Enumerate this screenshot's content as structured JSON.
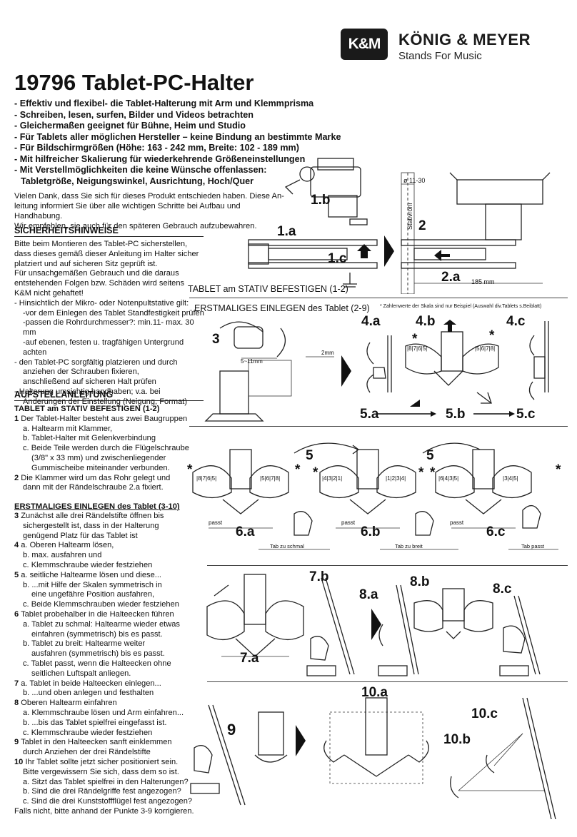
{
  "brand": {
    "logo_text": "K&M",
    "name": "KÖNIG & MEYER",
    "slogan": "Stands For Music"
  },
  "title": "19796 Tablet-PC-Halter",
  "features": [
    "- Effektiv und flexibel- die Tablet-Halterung mit Arm und Klemmprisma",
    "- Schreiben, lesen, surfen, Bilder und Videos betrachten",
    "- Gleichermaßen geeignet für Bühne, Heim und Studio",
    "- Für Tablets aller möglichen Hersteller – keine Bindung an bestimmte Marke",
    "- Für Bildschirmgrößen (Höhe: 163 - 242 mm, Breite: 102 - 189 mm)",
    "- Mit hilfreicher Skalierung für wiederkehrende Größeneinstellungen",
    "- Mit Verstellmöglichkeiten die keine Wünsche offenlassen:",
    "  Tabletgröße, Neigungswinkel, Ausrichtung, Hoch/Quer"
  ],
  "intro": [
    "Vielen Dank, dass Sie sich für dieses Produkt entschieden haben. Diese An-",
    "leitung informiert Sie über alle wichtigen Schritte bei Aufbau und Handhabung.",
    "Wir empfehlen, sie auch für den späteren Gebrauch aufzubewahren."
  ],
  "safety": {
    "heading": "SICHERHEITSHINWEISE",
    "lines": [
      "Bitte beim Montieren des Tablet-PC sicherstellen,",
      "dass dieses gemäß dieser Anleitung im Halter sicher",
      "platziert und auf sicheren Sitz geprüft ist.",
      "Für unsachgemäßen Gebrauch und die daraus",
      "entstehenden Folgen bzw. Schäden wird seitens",
      "K&M nicht gehaftet!",
      "- Hinsichtlich der Mikro- oder Notenpultstative gilt:",
      "  -vor dem Einlegen des Tablet Standfestigkeit prüfen",
      "  -passen die Rohrdurchmesser?: min.11- max. 30 mm",
      "  -auf ebenen, festen u. tragfähigen Untergrund achten",
      "- den Tablet-PC sorgfältig platzieren und durch",
      "  anziehen der Schrauben fixieren,",
      "  anschließend auf sicheren Halt prüfen",
      "- Halterung umsichtig handhaben; v.a. bei",
      "  Änderungen der Einstellung (Neigung, Format)"
    ]
  },
  "assembly": {
    "heading": "AUFSTELLANLEITUNG",
    "sub1": "TABLET am STATIV BEFESTIGEN (1-2)",
    "sub1_lines": [
      {
        "n": "1",
        "t": "Der Tablet-Halter besteht aus zwei Baugruppen"
      },
      {
        "n": "",
        "t": "a. Haltearm mit Klammer,"
      },
      {
        "n": "",
        "t": "b. Tablet-Halter mit Gelenkverbindung"
      },
      {
        "n": "",
        "t": "c. Beide Teile werden durch die Flügelschraube"
      },
      {
        "n": "",
        "t": "   (3/8\" x 33 mm) und zwischenliegender"
      },
      {
        "n": "",
        "t": "   Gummischeibe miteinander verbunden."
      },
      {
        "n": "2",
        "t": "Die Klammer wird um das Rohr gelegt und"
      },
      {
        "n": "",
        "t": "dann mit der Rändelschraube 2.a fixiert."
      }
    ],
    "sub2": "ERSTMALIGES EINLEGEN des Tablet (3-10)",
    "sub2_lines": [
      {
        "n": "3",
        "t": "Zunächst alle drei Rändelstifte öffnen bis"
      },
      {
        "n": "",
        "t": "sichergestellt ist, dass in der Halterung"
      },
      {
        "n": "",
        "t": "genügend Platz für das Tablet ist"
      },
      {
        "n": "4",
        "t": "a. Oberen Haltearm lösen,"
      },
      {
        "n": "",
        "t": "b. max. ausfahren und"
      },
      {
        "n": "",
        "t": "c. Klemmschraube wieder festziehen"
      },
      {
        "n": "5",
        "t": "a. seitliche Haltearme lösen und diese..."
      },
      {
        "n": "",
        "t": "b. ...mit Hilfe der Skalen symmetrisch in"
      },
      {
        "n": "",
        "t": "   eine ungefähre Position ausfahren,"
      },
      {
        "n": "",
        "t": "c. Beide Klemmschrauben wieder festziehen"
      },
      {
        "n": "6",
        "t": "Tablet probehalber in die Halteecken führen"
      },
      {
        "n": "",
        "t": "a. Tablet zu schmal: Haltearme wieder etwas"
      },
      {
        "n": "",
        "t": "   einfahren (symmetrisch) bis es passt."
      },
      {
        "n": "",
        "t": "b. Tablet zu breit: Haltearme weiter"
      },
      {
        "n": "",
        "t": "   ausfahren (symmetrisch) bis es passt."
      },
      {
        "n": "",
        "t": "c. Tablet passt, wenn die Halteecken ohne"
      },
      {
        "n": "",
        "t": "   seitlichen Luftspalt anliegen."
      },
      {
        "n": "7",
        "t": "a. Tablet in beide Halteecken einlegen..."
      },
      {
        "n": "",
        "t": "b. ...und oben anlegen und festhalten"
      },
      {
        "n": "8",
        "t": "Oberen Haltearm einfahren"
      },
      {
        "n": "",
        "t": "a. Klemmschraube lösen und Arm einfahren..."
      },
      {
        "n": "",
        "t": "b. ...bis das Tablet spielfrei eingefasst ist."
      },
      {
        "n": "",
        "t": "c. Klemmschraube wieder festziehen"
      },
      {
        "n": "9",
        "t": "Tablet in den Halteecken sanft einklemmen"
      },
      {
        "n": "",
        "t": "durch Anziehen der drei Rändelstifte"
      },
      {
        "n": "10",
        "t": "Ihr Tablet sollte jetzt sicher positioniert sein."
      },
      {
        "n": "",
        "t": "Bitte vergewissern Sie sich, dass dem so ist."
      },
      {
        "n": "",
        "t": "a. Sitzt das Tablet spielfrei in den Halterungen?"
      },
      {
        "n": "",
        "t": "b. Sind die drei Rändelgriffe fest angezogen?"
      },
      {
        "n": "",
        "t": "c. Sind die drei Kunststoffflügel fest angezogen?"
      }
    ],
    "final": "Falls nicht, bitte anhand der Punkte 3-9 korrigieren."
  },
  "figures": {
    "fig1b": "1.b",
    "fig1a": "1.a",
    "fig1c": "1.c",
    "fig2": "2",
    "fig2a": "2.a",
    "stativrohr": "Stativrohr",
    "diameter": "ø 11-30",
    "dim185": "185 mm",
    "caption_top": "TABLET am STATIV BEFESTIGEN (1-2)",
    "caption_mid": "ERSTMALIGES EINLEGEN des Tablet (2-9)",
    "footnote": "* Zahlenwerte der Skala sind nur Beispiel  (Auswahl div.Tablets s.Beiblatt)",
    "fig3": "3",
    "dim_5_11": "5~11mm",
    "dim_2": "2mm",
    "fig4a": "4.a",
    "fig4b": "4.b",
    "fig4c": "4.c",
    "fig5a": "5.a",
    "fig5b": "5.b",
    "fig5c": "5.c",
    "fig5": "5",
    "fig6a": "6.a",
    "fig6b": "6.b",
    "fig6c": "6.c",
    "passt": "passt",
    "zu_schmal": "Tab zu schmal",
    "zu_breit": "Tab zu breit",
    "tab_passt": "Tab passt",
    "fig7a": "7.a",
    "fig7b": "7.b",
    "fig8a": "8.a",
    "fig8b": "8.b",
    "fig8c": "8.c",
    "fig9": "9",
    "fig10a": "10.a",
    "fig10b": "10.b",
    "fig10c": "10.c",
    "star": "*",
    "scale_left_6a": "|8|7|6|5|",
    "scale_right_6a": "|5|6|7|8|",
    "scale_left_6b": "|4|3|2|1|",
    "scale_right_6b": "|1|2|3|4|",
    "scale_left_6c": "|6|4|3|5|",
    "scale_right_6c": "|3|4|5|",
    "scale_left_4b": "|8|7|6|5|",
    "scale_right_4b": "|5|6|7|8|"
  }
}
